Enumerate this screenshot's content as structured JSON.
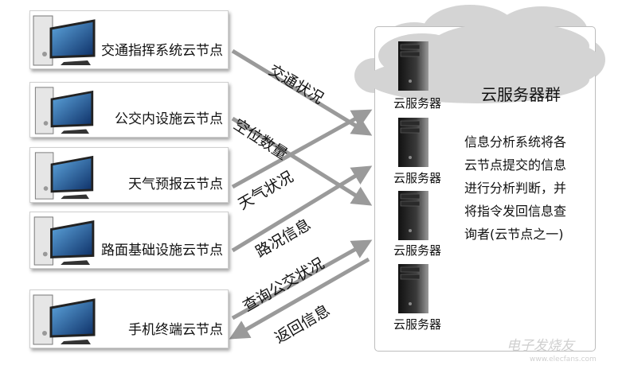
{
  "nodes": [
    {
      "label": "交通指挥系统云节点"
    },
    {
      "label": "公交内设施云节点"
    },
    {
      "label": "天气预报云节点"
    },
    {
      "label": "路面基础设施云节点"
    },
    {
      "label": "手机终端云节点"
    }
  ],
  "flows": [
    {
      "label": "交通状况"
    },
    {
      "label": "空位数量"
    },
    {
      "label": "天气状况"
    },
    {
      "label": "路况信息"
    },
    {
      "label": "查询公交状况"
    },
    {
      "label": "返回信息"
    }
  ],
  "cloud": {
    "title": "云服务器群",
    "servers": [
      "云服务器",
      "云服务器",
      "云服务器",
      "云服务器"
    ],
    "description_lines": [
      "信息分析系统将各",
      "云节点提交的信息",
      "进行分析判断，并",
      "将指令发回信息查",
      "询者(云节点之一)"
    ]
  },
  "watermark": {
    "text": "电子发烧友",
    "url": "www.elecfans.com"
  },
  "colors": {
    "arrow": "#9a9a9a",
    "cloud": "#d4d4d4",
    "screen": "#1a4a8a"
  }
}
